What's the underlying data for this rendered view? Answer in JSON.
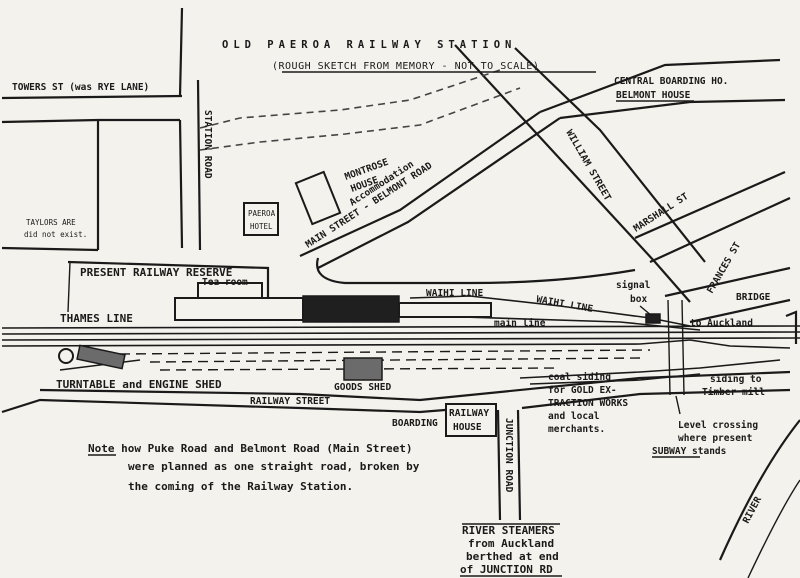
{
  "title": "OLD PAEROA RAILWAY STATION",
  "subtitle": "(ROUGH SKETCH FROM MEMORY - NOT TO SCALE)",
  "streets": {
    "towers": "TOWERS ST (was RYE LANE)",
    "station_road": "STATION ROAD",
    "main_street": "MAIN STREET - BELMONT ROAD",
    "william": "WILLIAM STREET",
    "marshall": "MARSHALL ST",
    "frances": "FRANCES ST",
    "railway_street": "RAILWAY STREET",
    "junction_road": "JUNCTION ROAD"
  },
  "buildings": {
    "central_boarding": "CENTRAL BOARDING HO.",
    "belmont_house": "BELMONT HOUSE",
    "montrose_1": "MONTROSE",
    "montrose_2": "HOUSE",
    "accommodation": "Accommodation",
    "paeroa_1": "PAEROA",
    "paeroa_2": "HOTEL",
    "tea_room": "Tea room",
    "goods_shed": "GOODS SHED",
    "railway_1": "RAILWAY",
    "railway_2": "HOUSE",
    "boarding": "BOARDING"
  },
  "labels": {
    "taylors_1": "TAYLORS ARE",
    "taylors_2": "did not exist.",
    "reserve": "PRESENT RAILWAY RESERVE",
    "thames_line": "THAMES LINE",
    "waihi_line_1": "WAIHI LINE",
    "waihi_line_2": "WAIHI LINE",
    "main_line": "main line",
    "signal": "signal",
    "box": "box",
    "bridge": "BRIDGE",
    "to_auckland": "to Auckland",
    "turntable": "TURNTABLE and ENGINE SHED",
    "coal_1": "coal siding",
    "coal_2": "for GOLD EX-",
    "coal_3": "TRACTION WORKS",
    "coal_4": "and local",
    "coal_5": "merchants.",
    "siding_1": "siding to",
    "siding_2": "Timber mill",
    "level_1": "Level crossing",
    "level_2": "where present",
    "level_3": "SUBWAY stands",
    "river": "RIVER",
    "steamers_1": "RIVER STEAMERS",
    "steamers_2": "from Auckland",
    "steamers_3": "berthed at end",
    "steamers_4": "of JUNCTION RD"
  },
  "note": {
    "lead": "Note",
    "line1": " how Puke Road and Belmont Road (Main Street)",
    "line2": "were planned as one straight road, broken by",
    "line3": "the coming of the Railway Station."
  }
}
